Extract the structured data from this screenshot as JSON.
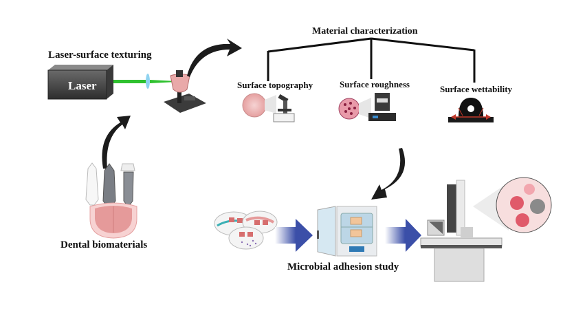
{
  "title": "Material characterization",
  "stages": {
    "laser_texturing": {
      "label": "Laser-surface texturing",
      "device_label": "Laser"
    },
    "dental": {
      "label": "Dental biomaterials"
    },
    "characterization": {
      "label": "Material characterization",
      "branches": [
        {
          "label": "Surface topography",
          "icon": "microscope-icon"
        },
        {
          "label": "Surface roughness",
          "icon": "afm-icon"
        },
        {
          "label": "Surface wettability",
          "icon": "water-droplet-icon"
        }
      ]
    },
    "microbial": {
      "label": "Microbial adhesion study"
    }
  },
  "colors": {
    "laser_beam": "#2fc12f",
    "lens": "#8fd3f0",
    "arrow_dark": "#1c1c1c",
    "flow_arrow": "#3b4fa8",
    "tissue_pink": "#e59a9a",
    "contact_red": "#c0392b"
  }
}
